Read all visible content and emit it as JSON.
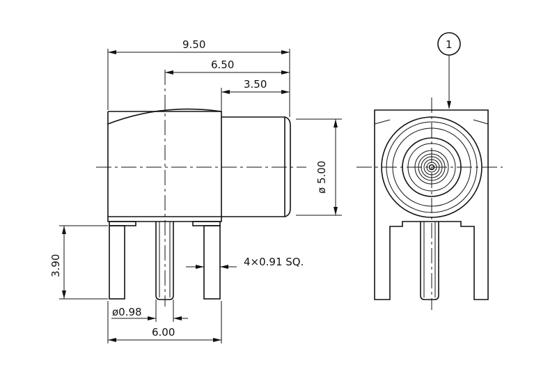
{
  "dimensions": {
    "overall_length": "9.50",
    "body_to_tip": "6.50",
    "barrel_length": "3.50",
    "barrel_diameter": "ø 5.00",
    "pin_height": "3.90",
    "pin_size": "4×0.91 SQ.",
    "center_pin_diameter": "ø0.98",
    "pin_spacing": "6.00"
  },
  "callout": {
    "number": "1"
  }
}
